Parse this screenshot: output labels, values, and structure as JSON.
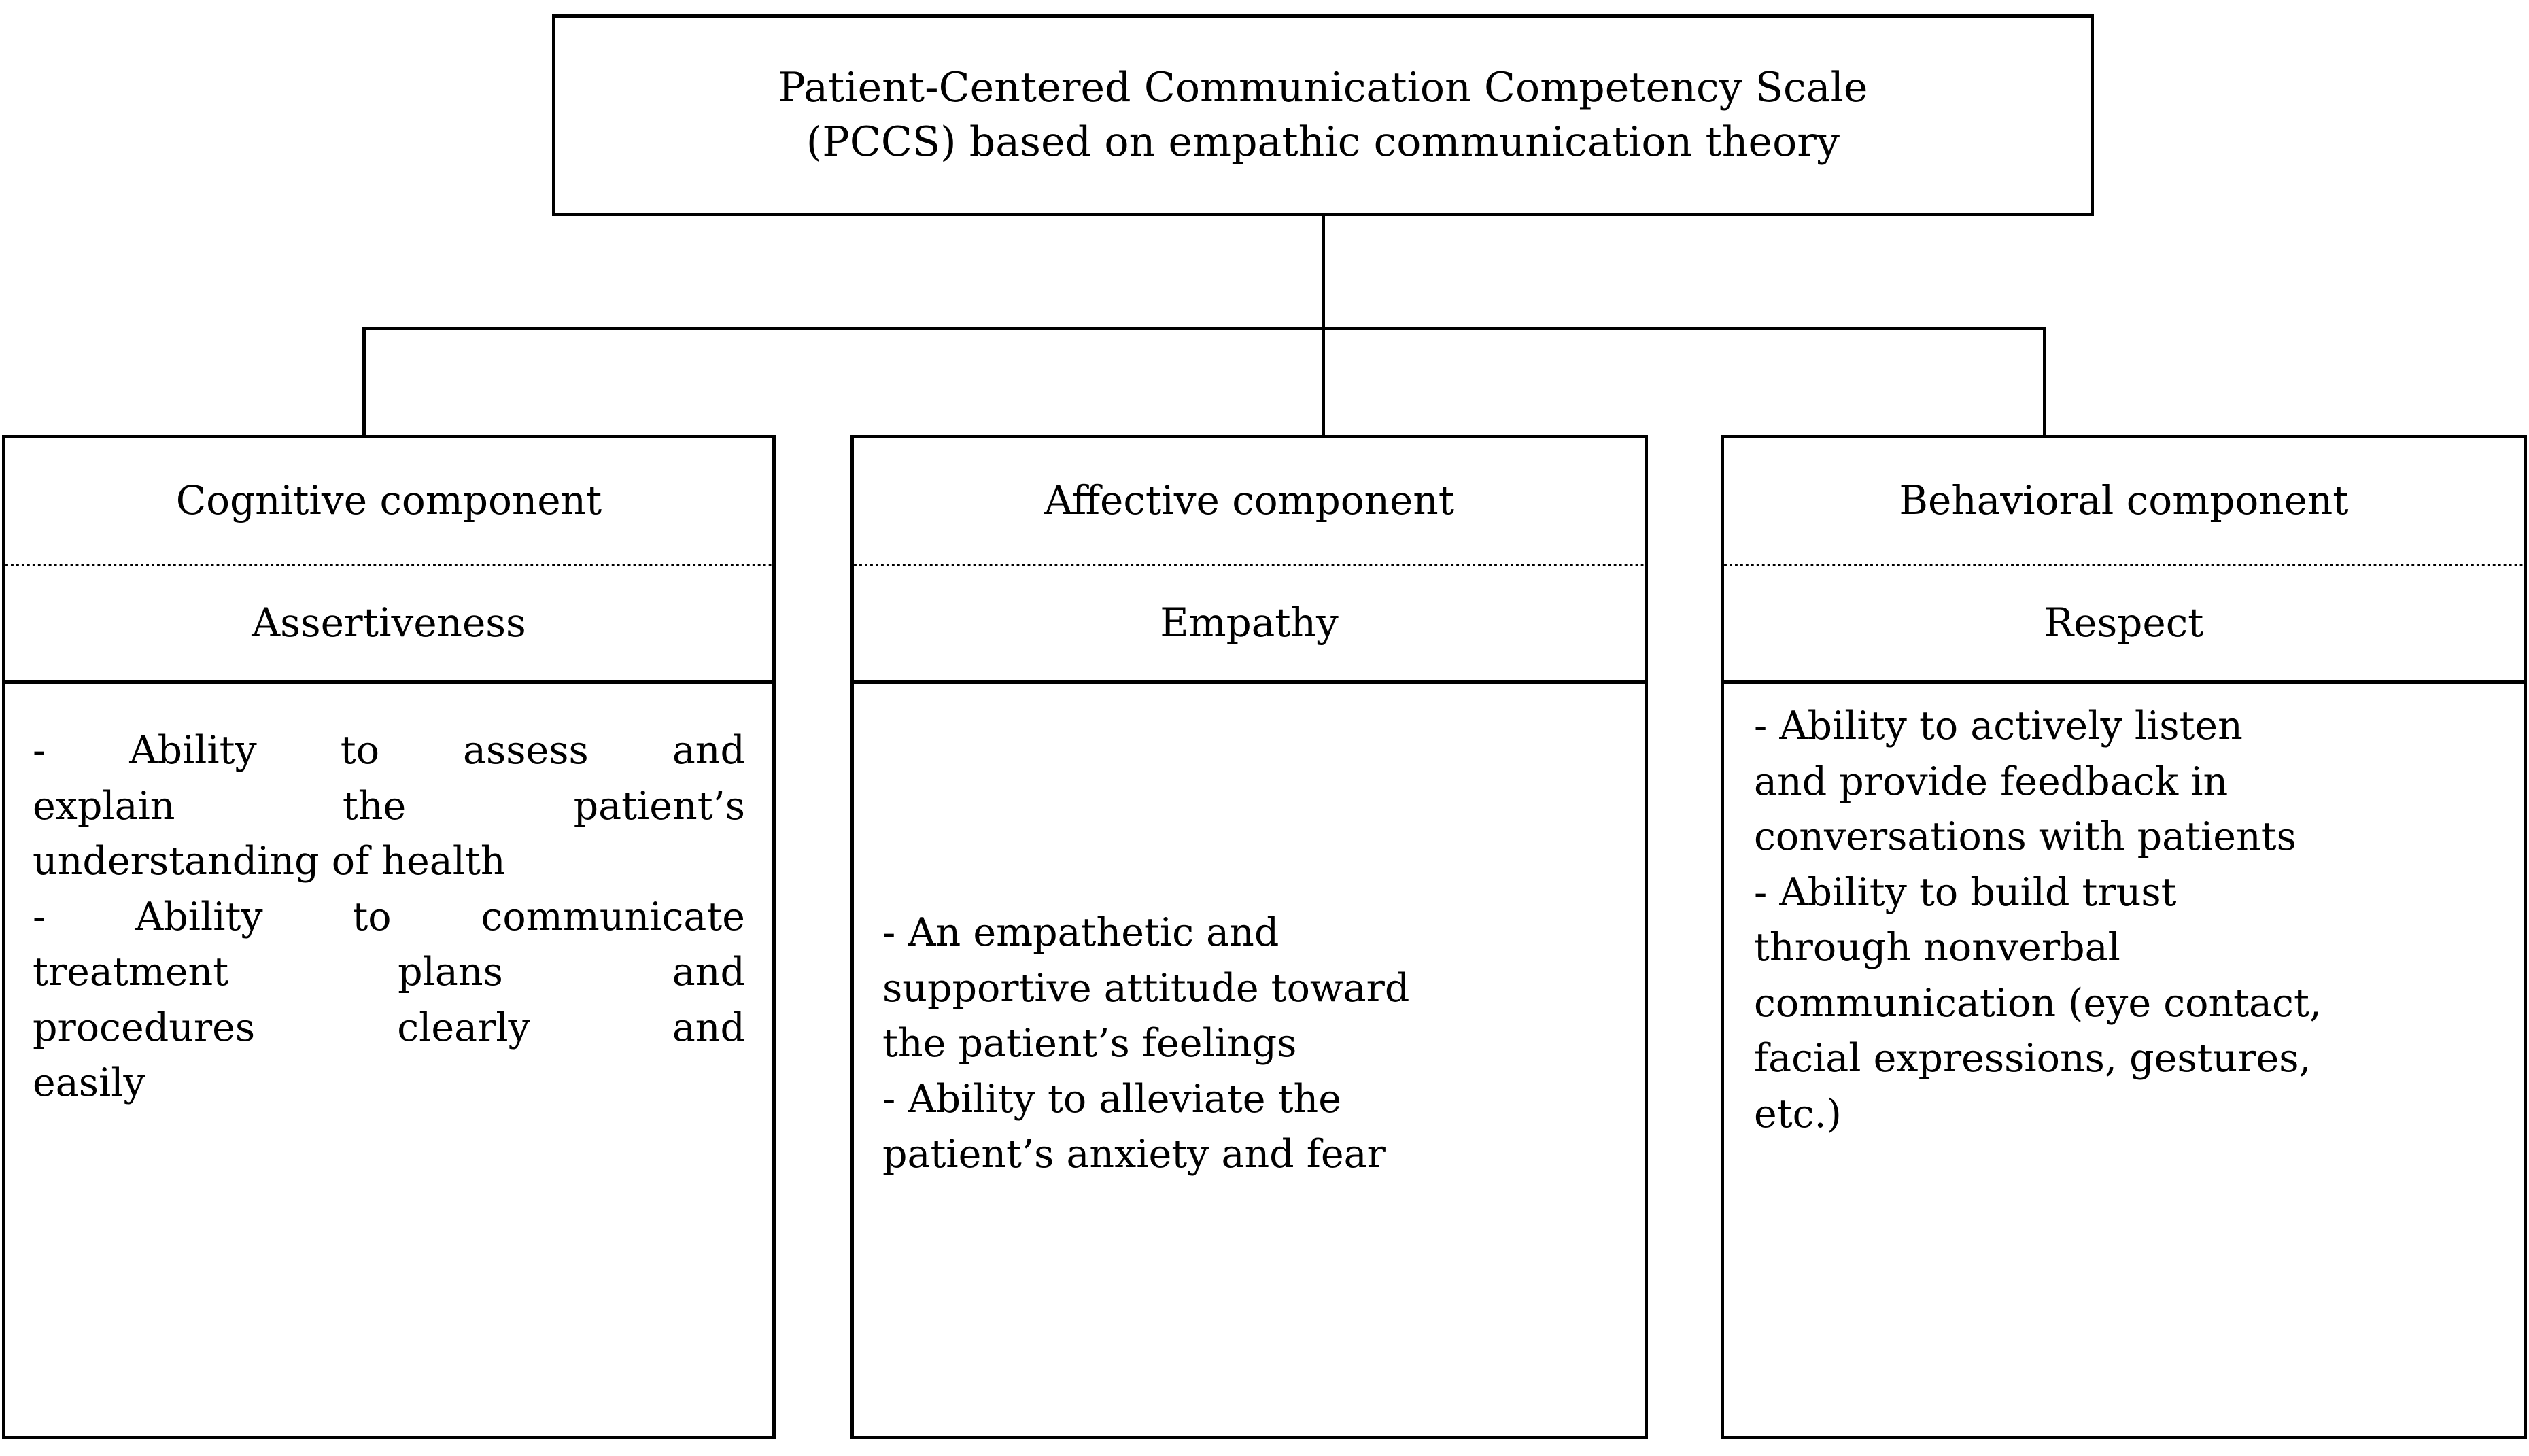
{
  "title_box": {
    "line1": "Patient-Centered Communication Competency Scale",
    "line2": "(PCCS) based on empathic communication theory"
  },
  "columns": [
    {
      "component": "Cognitive component",
      "subscale": "Assertiveness",
      "body_lines": [
        "- Ability to assess and",
        "explain the patient’s",
        "understanding of health",
        "- Ability to communicate",
        "treatment plans and",
        "procedures clearly and",
        "easily"
      ],
      "body_text": "- Ability to assess and explain the patient’s understanding of health - Ability to communicate treatment plans and procedures clearly and easily"
    },
    {
      "component": "Affective component",
      "subscale": "Empathy",
      "body_lines": [
        "- An empathetic and",
        "supportive attitude toward",
        "the patient’s feelings",
        "- Ability to alleviate the",
        "patient’s anxiety and fear"
      ],
      "body_text": "- An empathetic and supportive attitude toward the patient’s feelings - Ability to alleviate the patient’s anxiety and fear"
    },
    {
      "component": "Behavioral component",
      "subscale": "Respect",
      "body_lines": [
        "- Ability to actively listen",
        "and provide feedback in",
        "conversations with patients",
        "- Ability to build trust",
        "through nonverbal",
        "communication (eye contact,",
        "facial expressions, gestures,",
        "etc.)"
      ],
      "body_text": "- Ability to actively listen and provide feedback in conversations with patients - Ability to build trust through nonverbal communication (eye contact, facial expressions, gestures, etc.)"
    }
  ],
  "colors": {
    "line": "#000000",
    "background": "#ffffff",
    "text": "#000000"
  }
}
